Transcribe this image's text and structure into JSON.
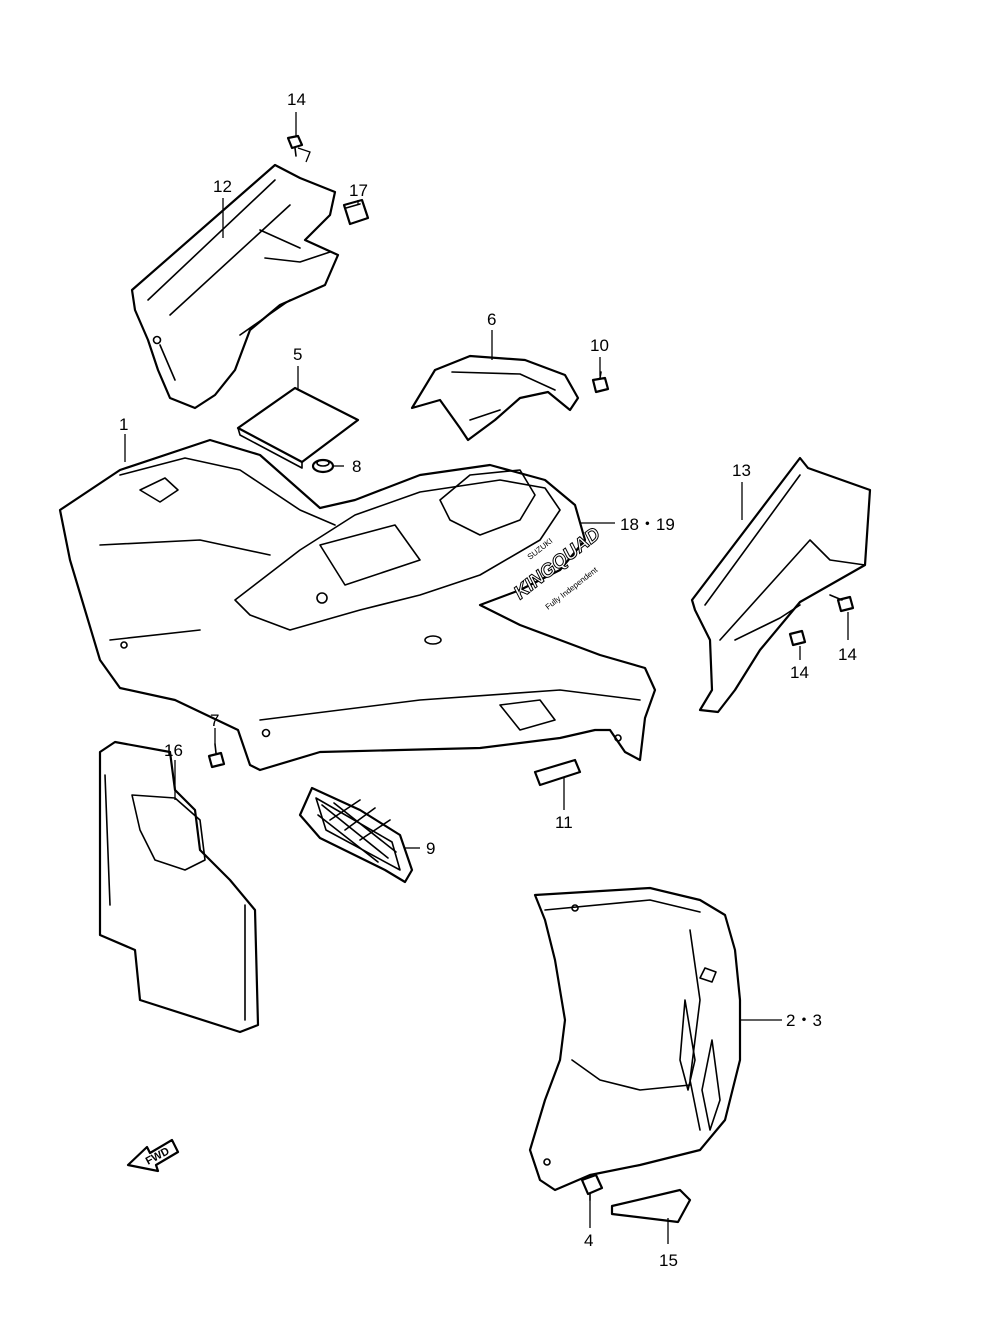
{
  "labels": {
    "p1": "1",
    "p23": "2・3",
    "p4": "4",
    "p5": "5",
    "p6": "6",
    "p7": "7",
    "p8": "8",
    "p9": "9",
    "p10": "10",
    "p11": "11",
    "p12": "12",
    "p13": "13",
    "p14a": "14",
    "p14b": "14",
    "p14c": "14",
    "p15": "15",
    "p16": "16",
    "p17": "17",
    "p1819": "18・19"
  },
  "fwd_arrow": {
    "text": "FWD"
  },
  "fender_logo": {
    "brand": "SUZUKI",
    "model": "KINGQUAD",
    "small": "Fully Independent"
  }
}
